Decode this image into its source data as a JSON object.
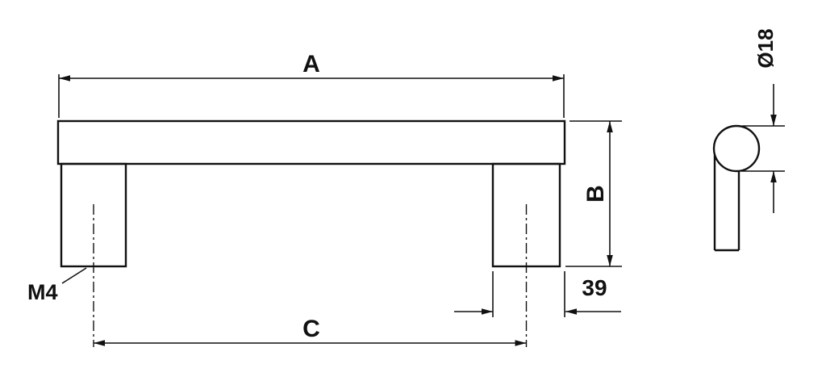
{
  "drawing": {
    "labels": {
      "dim_a": "A",
      "dim_b": "B",
      "dim_c": "C",
      "offset_39": "39",
      "thread": "M4",
      "diameter": "Ø18"
    },
    "colors": {
      "line": "#111111",
      "background": "#ffffff"
    }
  }
}
